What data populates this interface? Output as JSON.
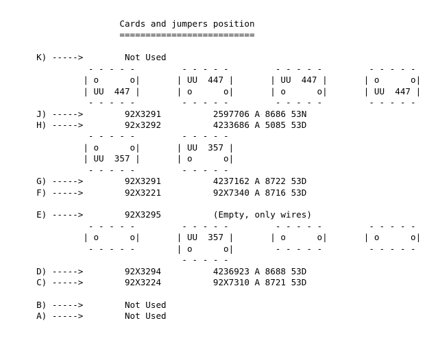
{
  "document": {
    "title": "Cards and jumpers position",
    "title_underline": "==========================",
    "background_color": "#ffffff",
    "text_color": "#000000",
    "font_kind": "monospace",
    "char_columns": 82,
    "indent": {
      "title_col": 23,
      "slot_label_col": 7,
      "card_code_col": 24,
      "detail_col": 35,
      "box_cols": [
        16,
        34,
        52,
        70
      ]
    }
  },
  "legend": {
    "arrow": "----->",
    "box_top_rule": "- - - - -",
    "box_side": "|",
    "jumper_mark": "o",
    "not_used_text": "Not Used",
    "empty_text": "(Empty, only wires)"
  },
  "slots": [
    {
      "label": "K)",
      "arrow": "----->",
      "card": "Not Used",
      "detail": "",
      "boxes": [
        {
          "rows": [
            "o      o",
            "UU  447"
          ]
        },
        {
          "rows": [
            "UU  447",
            "o      o"
          ]
        },
        {
          "rows": [
            "UU  447",
            "o      o"
          ]
        },
        {
          "rows": [
            "o      o",
            "UU  447"
          ]
        }
      ]
    },
    {
      "label": "J)",
      "arrow": "----->",
      "card": "92X3291",
      "detail": "2597706 A 8686 53N",
      "boxes": []
    },
    {
      "label": "H)",
      "arrow": "----->",
      "card": "92x3292",
      "detail": "4233686 A 5085 53D",
      "boxes": [
        {
          "rows": [
            "o      o",
            "UU  357"
          ]
        },
        {
          "rows": [
            "UU  357",
            "o      o"
          ]
        }
      ]
    },
    {
      "label": "G)",
      "arrow": "----->",
      "card": "92X3291",
      "detail": "4237162 A 8722 53D",
      "boxes": []
    },
    {
      "label": "F)",
      "arrow": "----->",
      "card": "92X3221",
      "detail": "92X7340 A 8716 53D",
      "boxes": []
    },
    {
      "label": "E)",
      "arrow": "----->",
      "card": "92X3295",
      "detail": "(Empty, only wires)",
      "boxes": [
        {
          "rows": [
            "o      o"
          ]
        },
        {
          "rows": [
            "UU  357",
            "o      o"
          ]
        },
        {
          "rows": [
            "o      o"
          ]
        },
        {
          "rows": [
            "o      o"
          ]
        }
      ]
    },
    {
      "label": "D)",
      "arrow": "----->",
      "card": "92X3294",
      "detail": "4236923 A 8688 53D",
      "boxes": []
    },
    {
      "label": "C)",
      "arrow": "----->",
      "card": "92X3224",
      "detail": "92X7310 A 8721 53D",
      "boxes": []
    },
    {
      "label": "B)",
      "arrow": "----->",
      "card": "Not Used",
      "detail": "",
      "boxes": []
    },
    {
      "label": "A)",
      "arrow": "----->",
      "card": "Not Used",
      "detail": "",
      "boxes": []
    }
  ],
  "lines": [
    "                       Cards and jumpers position",
    "                       ==========================",
    "",
    "  K) -----> Not Used",
    "             - - - - - - - - -       - - - - - - - - -       - - - - - - - - -       - - - - - - - - -",
    "            |  o      o |     |  UU  447 |     |  UU  447 |     |  o      o |",
    "            |  UU  447 |     |  o      o |     |  o      o |     |  UU  447 |",
    "             - - - - - - - - -       - - - - - - - - -       - - - - - - - - -       - - - - - - - - -",
    "  J) -----> 92X3291      2597706 A 8686 53N",
    "  H) -----> 92x3292      4233686 A 5085 53D",
    "             - - - - - - - - -       - - - - - - - - -",
    "            |  o      o |     |  UU  357 |",
    "            |  UU  357 |     |  o      o |",
    "             - - - - - - - - -       - - - - - - - - -",
    "  G) -----> 92X3291      4237162 A 8722 53D",
    "  F) -----> 92X3221      92X7340 A 8716 53D",
    "",
    "  E) -----> 92X3295      (Empty, only wires)",
    "             - - - - - - - - -       - - - - - - - - -       - - - - - - - - -       - - - - - - - - -",
    "            |  o      o |     |  UU  357 |     |  o      o |     |  o      o |",
    "             - - - - - - - - -     |  o      o |      - - - - - - - - -       - - - - - - - - -",
    "                                    - - - - - - - - -",
    "  D) -----> 92X3294      4236923 A 8688 53D",
    "  C) -----> 92X3224      92X7310 A 8721 53D",
    "",
    "  B) -----> Not Used",
    "  A) -----> Not Used"
  ]
}
